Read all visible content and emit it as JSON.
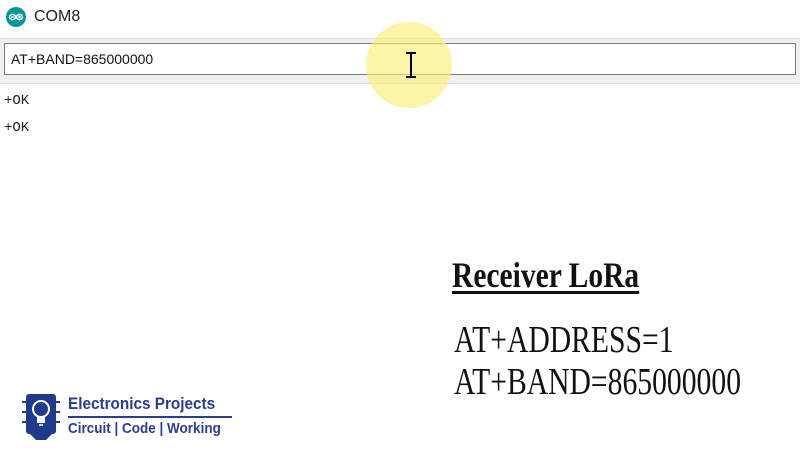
{
  "window": {
    "title": "COM8",
    "icon": "arduino-icon"
  },
  "input": {
    "value": "AT+BAND=865000000"
  },
  "output": {
    "lines": [
      "+OK",
      "+OK"
    ]
  },
  "overlay": {
    "heading": "Receiver LoRa",
    "lines": [
      "AT+ADDRESS=1",
      "AT+BAND=865000000"
    ]
  },
  "logo": {
    "title": "Electronics Projects",
    "tagline": "Circuit | Code | Working",
    "icon": "lightbulb-chip-icon"
  },
  "colors": {
    "accent": "#00979c",
    "brand": "#2a3d8f",
    "cursor_highlight": "#faf078"
  }
}
